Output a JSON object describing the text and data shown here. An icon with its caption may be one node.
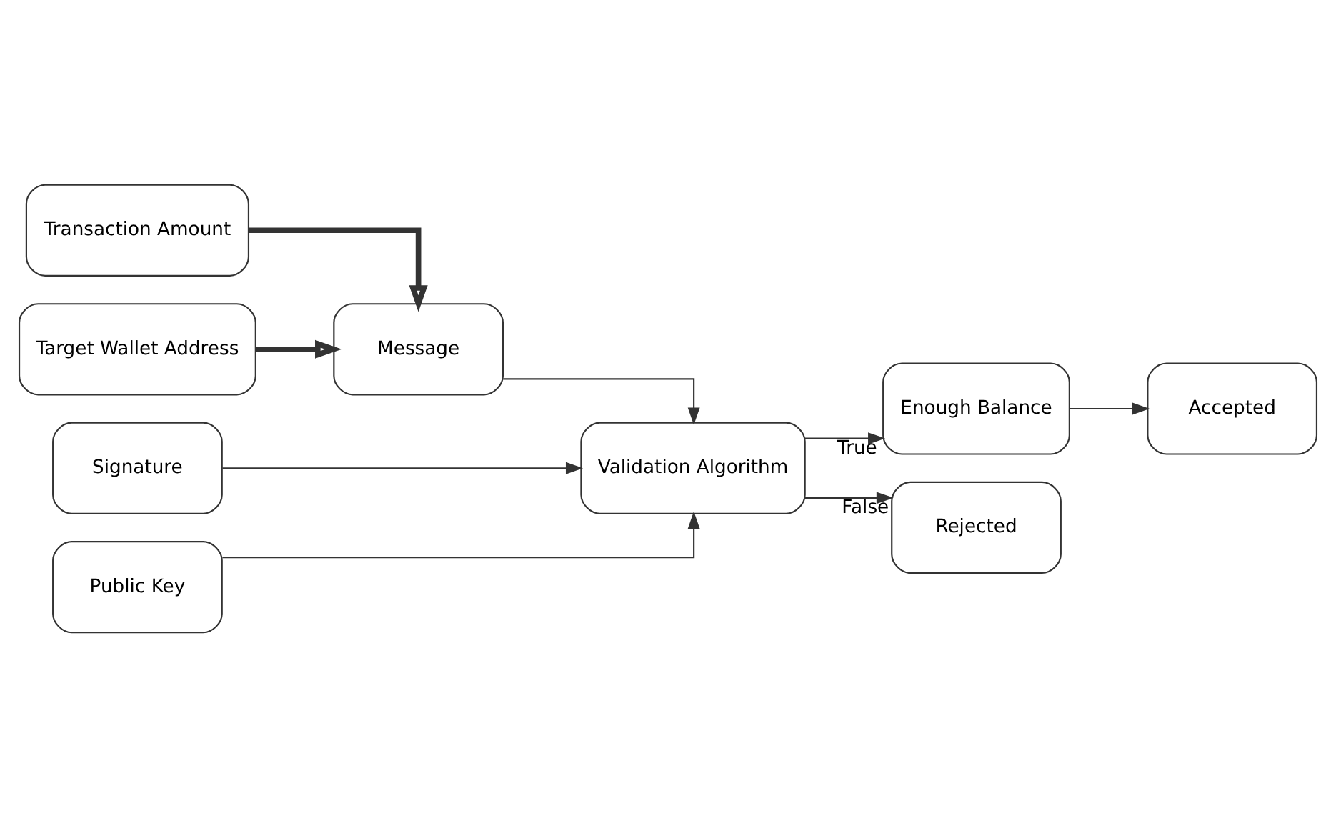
{
  "diagram": {
    "nodes": [
      {
        "text": [
          "Transaction Amount"
        ]
      },
      {
        "text": [
          "Target Wallet Address"
        ]
      },
      {
        "text": [
          "Signature"
        ]
      },
      {
        "text": [
          "Public Key"
        ]
      },
      {
        "text": [
          "Message"
        ]
      },
      {
        "text": [
          "Validation Algorithm"
        ]
      },
      {
        "text": [
          "Enough Balance"
        ]
      },
      {
        "text": [
          "Accepted"
        ]
      },
      {
        "text": [
          "Rejected"
        ]
      }
    ],
    "edges": [
      {
        "from": 0,
        "to": 4,
        "arrow": "to",
        "style": "thick"
      },
      {
        "from": 1,
        "to": 4,
        "arrow": "to",
        "style": "thick"
      },
      {
        "from": 4,
        "to": 5,
        "arrow": "to"
      },
      {
        "from": 2,
        "to": 5,
        "arrow": "to"
      },
      {
        "from": 3,
        "to": 5,
        "arrow": "to"
      },
      {
        "from": 5,
        "to": 6,
        "arrow": "to",
        "label": "True"
      },
      {
        "from": 6,
        "to": 7,
        "arrow": "to"
      },
      {
        "from": 5,
        "to": 8,
        "arrow": "to",
        "label": "False"
      }
    ]
  }
}
